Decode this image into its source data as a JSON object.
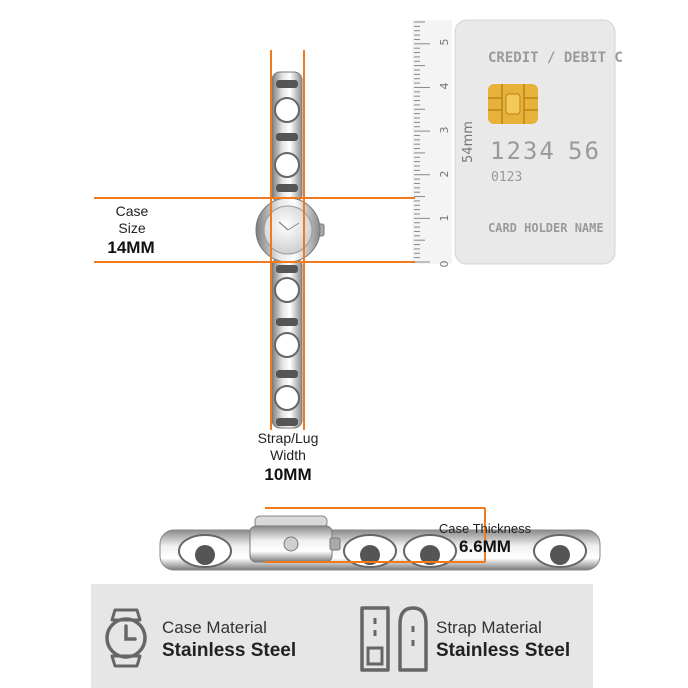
{
  "case_size": {
    "label_line1": "Case",
    "label_line2": "Size",
    "value": "14MM"
  },
  "strap_width": {
    "label_line1": "Strap/Lug",
    "label_line2": "Width",
    "value": "10MM"
  },
  "case_thickness": {
    "label": "Case Thickness",
    "value": "6.6MM"
  },
  "ruler": {
    "unit_label": "54mm",
    "ticks": [
      "0",
      "1",
      "2",
      "3",
      "4",
      "5"
    ]
  },
  "card": {
    "header": "CREDIT / DEBIT C",
    "number_part1": "1234",
    "number_part2": "56",
    "small_number": "0123",
    "holder": "CARD HOLDER NAME"
  },
  "features": [
    {
      "title": "Case Material",
      "value": "Stainless Steel",
      "icon": "watch-icon"
    },
    {
      "title": "Strap Material",
      "value": "Stainless Steel",
      "icon": "strap-icon"
    }
  ],
  "colors": {
    "accent": "#f07a1f",
    "panel": "#e6e6e6",
    "card": "#e9e9e9",
    "chip": "#e8b23a"
  }
}
